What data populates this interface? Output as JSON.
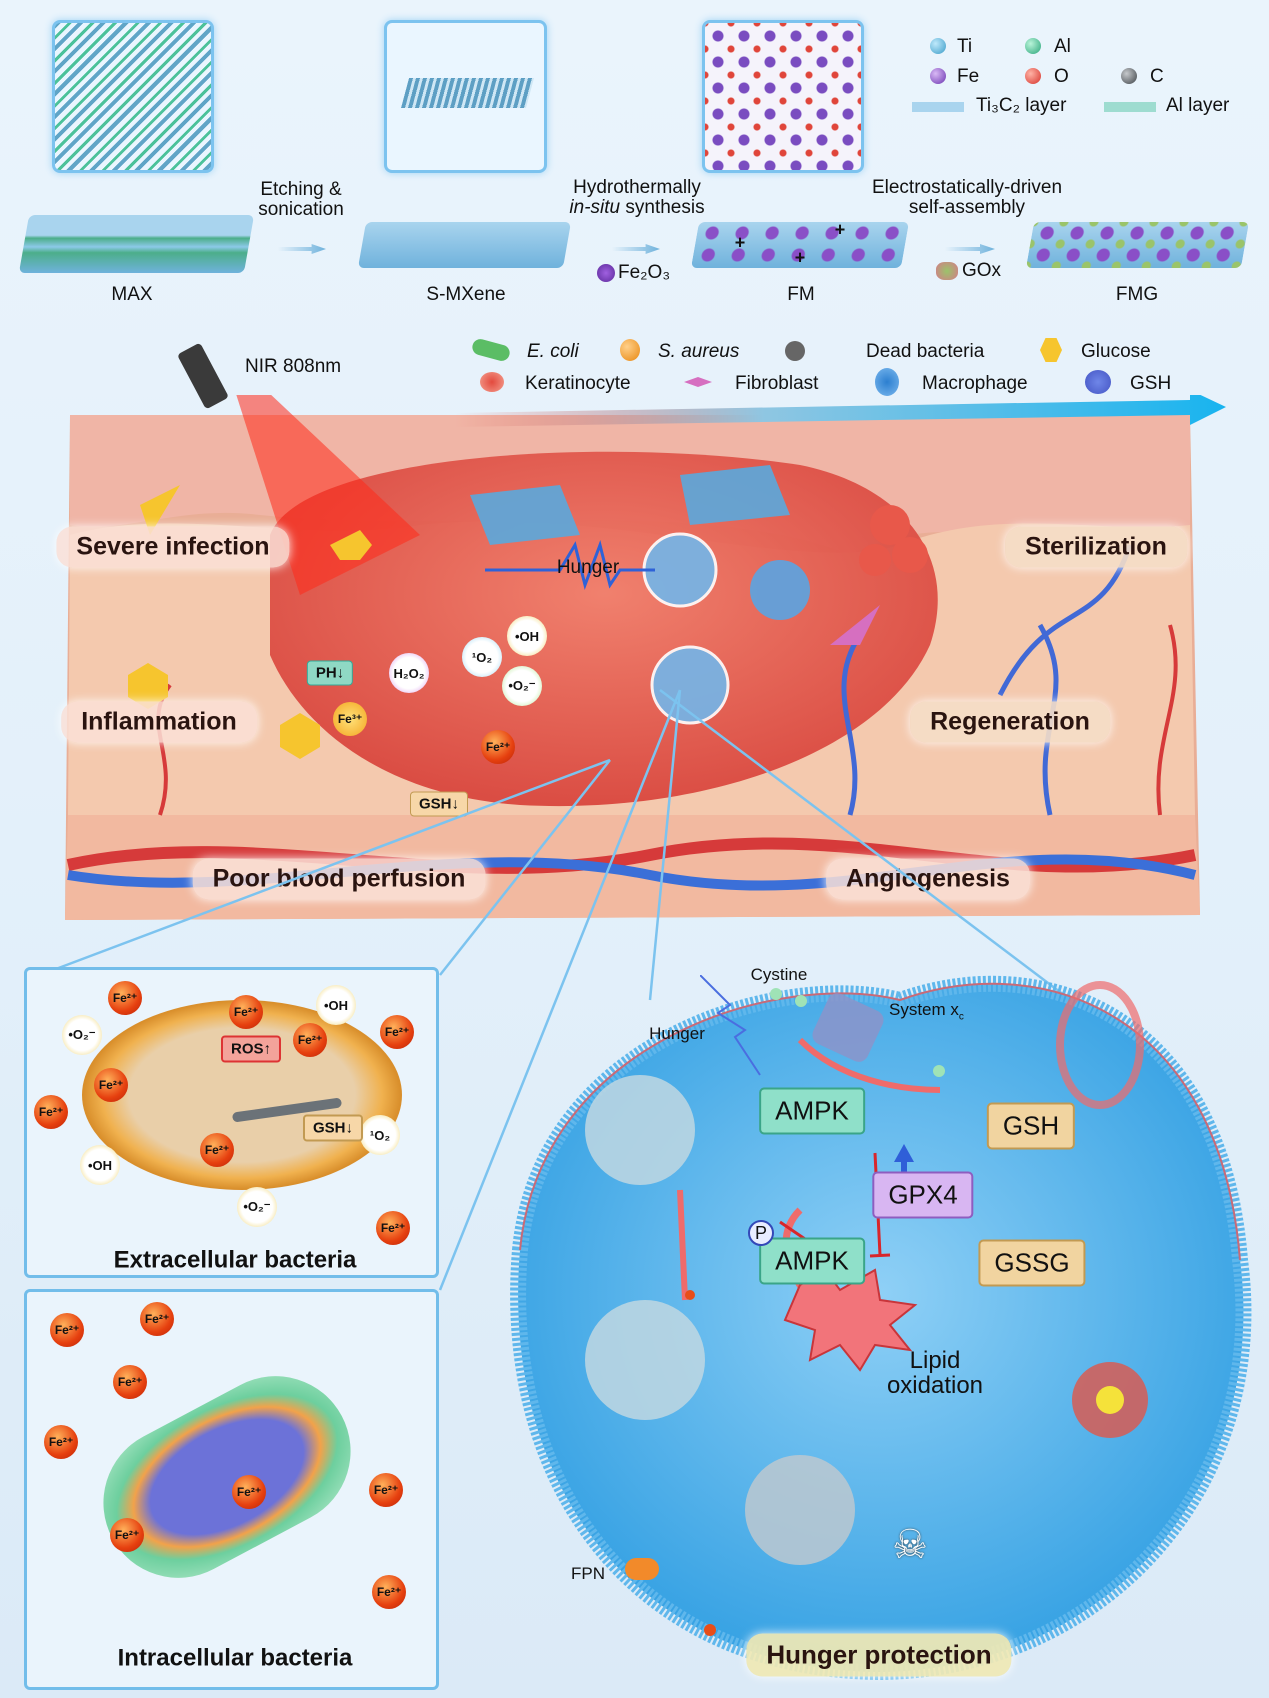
{
  "synthesis": {
    "max": "MAX",
    "smxene": "S-MXene",
    "fm": "FM",
    "fmg": "FMG",
    "step1_line1": "Etching &",
    "step1_line2": "sonication",
    "step2_line1": "Hydrothermally",
    "step2_line2_italic": "in-situ",
    "step2_line2_rest": " synthesis",
    "fe2o3": "Fe₂O₃",
    "step3_line1": "Electrostatically-driven",
    "step3_line2": "self-assembly",
    "gox": "GOx",
    "plus": "+"
  },
  "legend_atoms": {
    "ti": "Ti",
    "al": "Al",
    "fe": "Fe",
    "o": "O",
    "c": "C",
    "ti3c2": "Ti₃C₂ layer",
    "al_layer": "Al layer"
  },
  "legend_cells": {
    "nir": "NIR 808nm",
    "ecoli": "E. coli",
    "saureus": "S. aureus",
    "dead": "Dead bacteria",
    "glucose": "Glucose",
    "keratinocyte": "Keratinocyte",
    "fibroblast": "Fibroblast",
    "macrophage": "Macrophage",
    "gsh": "GSH"
  },
  "wound": {
    "severe_infection": "Severe infection",
    "sterilization": "Sterilization",
    "inflammation": "Inflammation",
    "regeneration": "Regeneration",
    "poor_perfusion": "Poor blood perfusion",
    "angiogenesis": "Angiogenesis",
    "hunger": "Hunger",
    "ph": "PH↓",
    "h2o2": "H₂O₂",
    "fe3": "Fe³⁺",
    "fe2": "Fe²⁺",
    "gsh_down": "GSH↓",
    "singlet_o2": "¹O₂",
    "oh": "•OH",
    "superoxide": "•O₂⁻"
  },
  "extracellular": {
    "title": "Extracellular bacteria",
    "fe2": "Fe²⁺",
    "ros": "ROS↑",
    "gsh": "GSH↓",
    "oh": "•OH",
    "superoxide": "•O₂⁻",
    "singlet_o2": "¹O₂"
  },
  "intracellular": {
    "title": "Intracellular bacteria",
    "fe2": "Fe²⁺"
  },
  "cell": {
    "cystine": "Cystine",
    "hunger": "Hunger",
    "system": "System x",
    "system_sub": "c",
    "ampk": "AMPK",
    "p": "P",
    "ampk_p": "AMPK",
    "gsh": "GSH",
    "gpx4": "GPX4",
    "gssg": "GSSG",
    "lipid_line1": "Lipid",
    "lipid_line2": "oxidation",
    "fpn": "FPN",
    "skull": "☠",
    "title": "Hunger protection"
  },
  "colors": {
    "skin": "#f2c2a8",
    "wound": "#e0554a",
    "accent": "#72bdea",
    "arrow": "#2fb6ec",
    "ampk": "#8fe0c9",
    "gsh": "#f1d4a0",
    "gpx4": "#d8b6f2"
  }
}
